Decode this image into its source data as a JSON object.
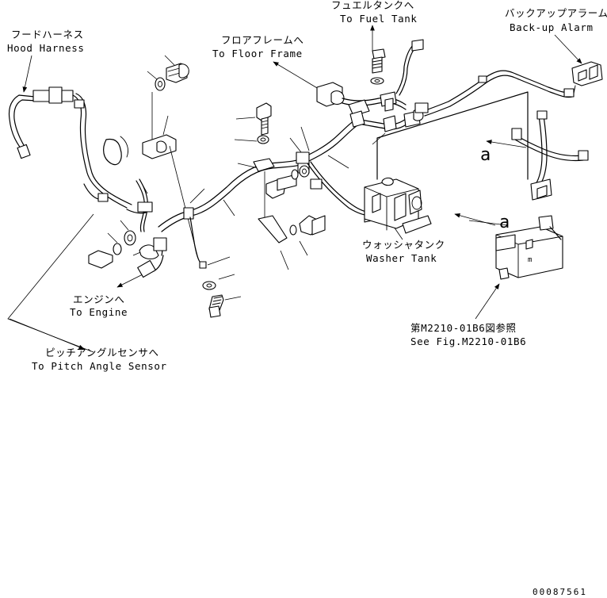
{
  "labels": {
    "hood_harness_jp": "フードハーネス",
    "hood_harness_en": "Hood Harness",
    "floor_frame_jp": "フロアフレームへ",
    "floor_frame_en": "To Floor Frame",
    "fuel_tank_jp": "フュエルタンクへ",
    "fuel_tank_en": "To Fuel Tank",
    "backup_alarm_jp": "バックアップアラーム",
    "backup_alarm_en": "Back-up Alarm",
    "washer_tank_jp": "ウォッシャタンク",
    "washer_tank_en": "Washer Tank",
    "engine_jp": "エンジンへ",
    "engine_en": "To Engine",
    "pitch_sensor_jp": "ピッチアングルセンサへ",
    "pitch_sensor_en": "To Pitch Angle Sensor",
    "see_fig_jp": "第M2210-01B6図参照",
    "see_fig_en": "See Fig.M2210-01B6",
    "callout_a_upper": "a",
    "callout_a_lower": "a",
    "drawing_number": "00087561"
  }
}
